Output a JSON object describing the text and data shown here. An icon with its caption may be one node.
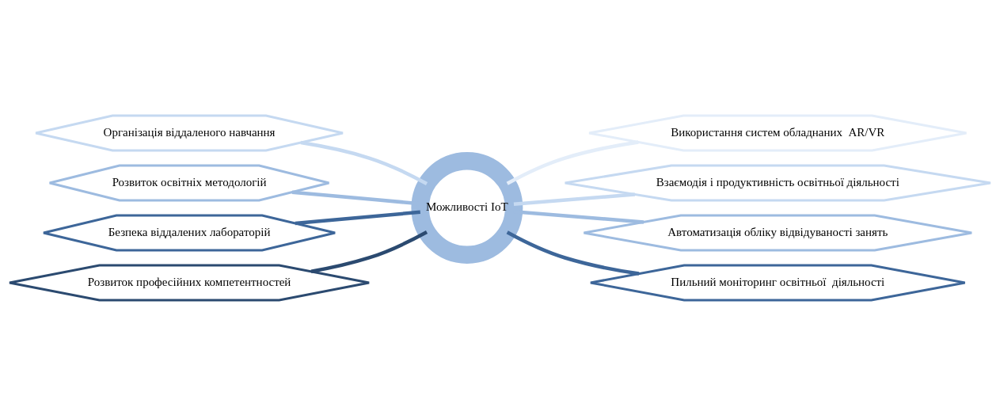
{
  "diagram": {
    "nodes": [
      {
        "text": [
          "Можливості IoT"
        ]
      },
      {
        "text": [
          "Організація віддаленого навчання"
        ]
      },
      {
        "text": [
          "Використання систем обладнаних  AR/VR"
        ]
      },
      {
        "text": [
          "Розвиток освітніх методологій"
        ]
      },
      {
        "text": [
          "Взаємодія і продуктивність освітньої діяльності"
        ]
      },
      {
        "text": [
          "Безпека віддалених лабораторій"
        ]
      },
      {
        "text": [
          "Автоматизація обліку відвідуваності занять"
        ]
      },
      {
        "text": [
          "Розвиток професійних компетентностей"
        ]
      },
      {
        "text": [
          "Пильний моніторинг освітньої  діяльності"
        ]
      }
    ],
    "edges": [
      {
        "from": 0,
        "to": 1,
        "arrow": "none",
        "color": "#c5d9f1"
      },
      {
        "from": 0,
        "to": 2,
        "arrow": "none",
        "color": "#e3edf9"
      },
      {
        "from": 0,
        "to": 3,
        "arrow": "none",
        "color": "#9dbbe0"
      },
      {
        "from": 0,
        "to": 4,
        "arrow": "none",
        "color": "#c5d9f1"
      },
      {
        "from": 0,
        "to": 5,
        "arrow": "none",
        "color": "#3d6699"
      },
      {
        "from": 0,
        "to": 6,
        "arrow": "none",
        "color": "#9dbbe0"
      },
      {
        "from": 0,
        "to": 7,
        "arrow": "none",
        "color": "#2b4a70"
      },
      {
        "from": 0,
        "to": 8,
        "arrow": "none",
        "color": "#3d6699"
      }
    ]
  }
}
